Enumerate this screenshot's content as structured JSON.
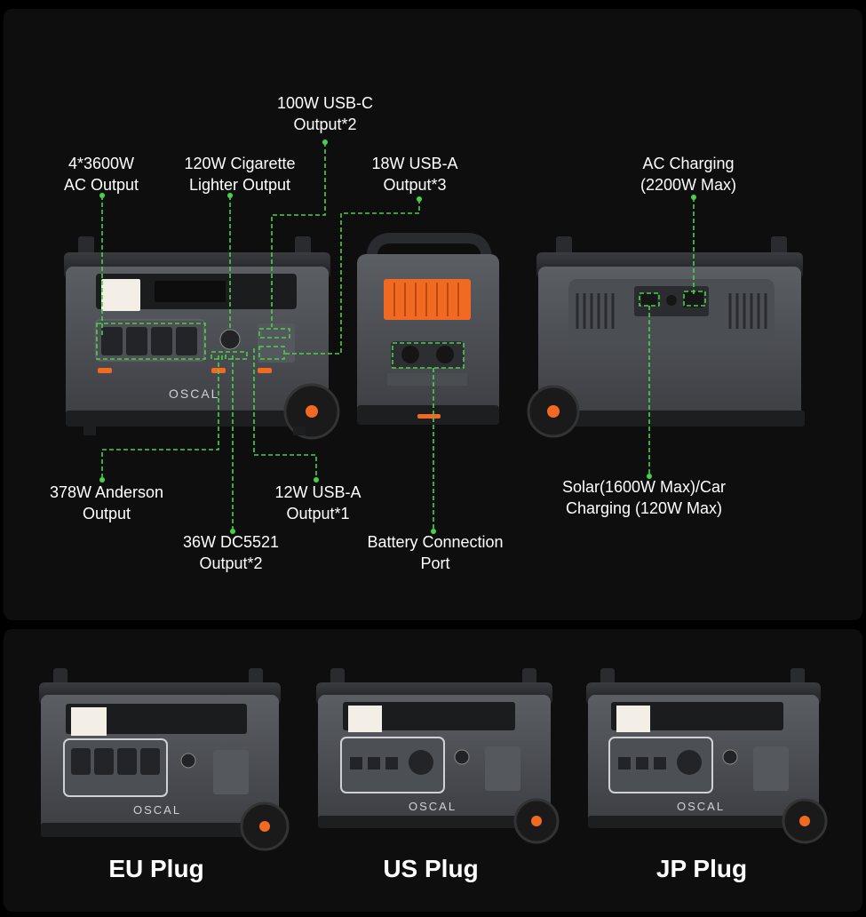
{
  "callouts": {
    "usb_c": "100W USB-C\nOutput*2",
    "ac_output": "4*3600W\nAC Output",
    "cigarette": "120W Cigarette\nLighter Output",
    "usb_a_18": "18W USB-A\nOutput*3",
    "ac_charging": "AC Charging\n(2200W Max)",
    "anderson": "378W Anderson\nOutput",
    "usb_a_12": "12W USB-A\nOutput*1",
    "dc5521": "36W DC5521\nOutput*2",
    "battery_port": "Battery Connection\nPort",
    "solar": "Solar(1600W Max)/Car\nCharging (120W Max)"
  },
  "brand_text": "OSCAL",
  "plugs": {
    "eu": "EU Plug",
    "us": "US Plug",
    "jp": "JP Plug"
  },
  "colors": {
    "accent_orange": "#f26a22",
    "callout_green": "#49d14a",
    "panel_bg": "#0e0e0f"
  }
}
